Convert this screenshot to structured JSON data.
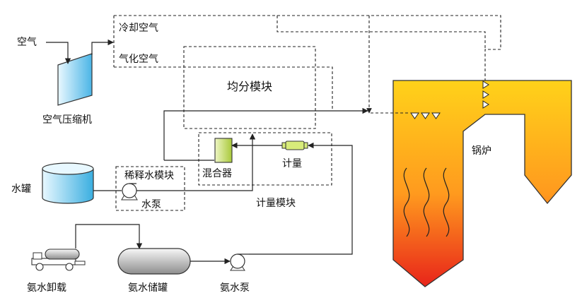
{
  "labels": {
    "air": "空气",
    "cooling_air": "冷却空气",
    "vaporized_air": "气化空气",
    "air_compressor": "空气压缩机",
    "distribution_module": "均分模块",
    "mixer": "混合器",
    "meter": "计量",
    "metering_module": "计量模块",
    "dilution_module": "稀释水模块",
    "water_pump": "水泵",
    "water_tank": "水罐",
    "boiler": "锅炉",
    "ammonia_unloading": "氨水卸载",
    "ammonia_storage": "氨水储罐",
    "ammonia_pump": "氨水泵"
  },
  "colors": {
    "boiler_top": "#ffd21a",
    "boiler_mid": "#ff9a1e",
    "boiler_bottom": "#e8241a",
    "tank_light": "#e8f8ff",
    "tank_dark": "#3aaee0",
    "mixer": "#c8e06a",
    "meter": "#d8ec7a",
    "compressor_light": "#e9f8ff",
    "compressor_dark": "#4bb5e6",
    "storage_light": "#f4f4f4",
    "storage_dark": "#9a9a9a"
  }
}
